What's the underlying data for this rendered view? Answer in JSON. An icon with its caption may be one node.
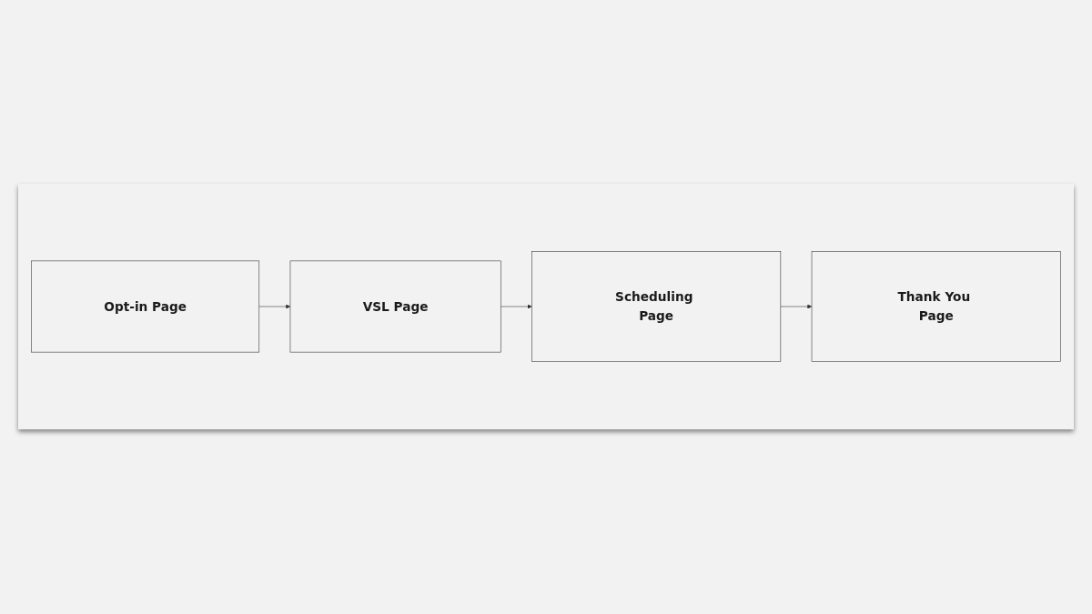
{
  "diagram": {
    "nodes": [
      {
        "text": [
          "Opt-in Page"
        ]
      },
      {
        "text": [
          "VSL Page"
        ]
      },
      {
        "text": [
          "Scheduling Page"
        ]
      },
      {
        "text": [
          "Thank You Page"
        ]
      }
    ],
    "edges": [
      {
        "from": 0,
        "to": 1,
        "arrow": "to"
      },
      {
        "from": 1,
        "to": 2,
        "arrow": "to"
      },
      {
        "from": 2,
        "to": 3,
        "arrow": "to"
      }
    ]
  }
}
